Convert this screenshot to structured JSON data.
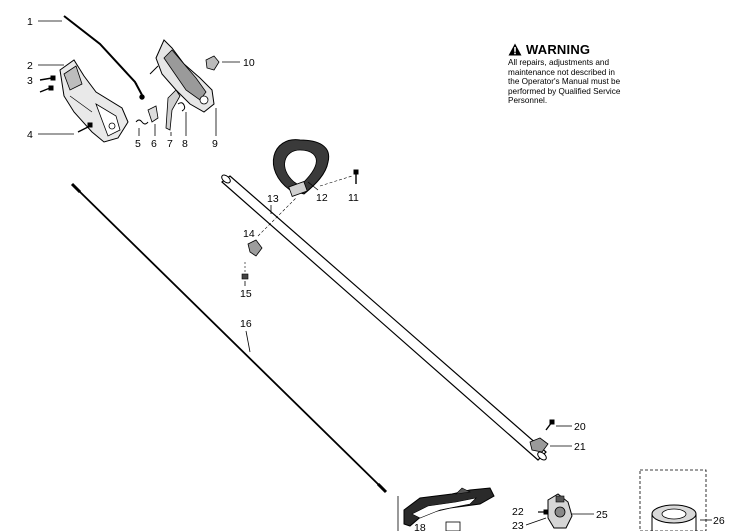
{
  "warning": {
    "title": "WARNING",
    "lines": [
      "All repairs, adjustments and",
      "maintenance not described in",
      "the Operator's Manual must be",
      "performed by Qualified Service",
      "Personnel."
    ]
  },
  "callouts": {
    "c1": "1",
    "c2": "2",
    "c3": "3",
    "c4": "4",
    "c5": "5",
    "c6": "6",
    "c7": "7",
    "c8": "8",
    "c9": "9",
    "c10": "10",
    "c11": "11",
    "c12": "12",
    "c13": "13",
    "c14": "14",
    "c15": "15",
    "c16": "16",
    "c18": "18",
    "c20": "20",
    "c21": "21",
    "c22": "22",
    "c23": "23",
    "c25": "25",
    "c26": "26"
  }
}
